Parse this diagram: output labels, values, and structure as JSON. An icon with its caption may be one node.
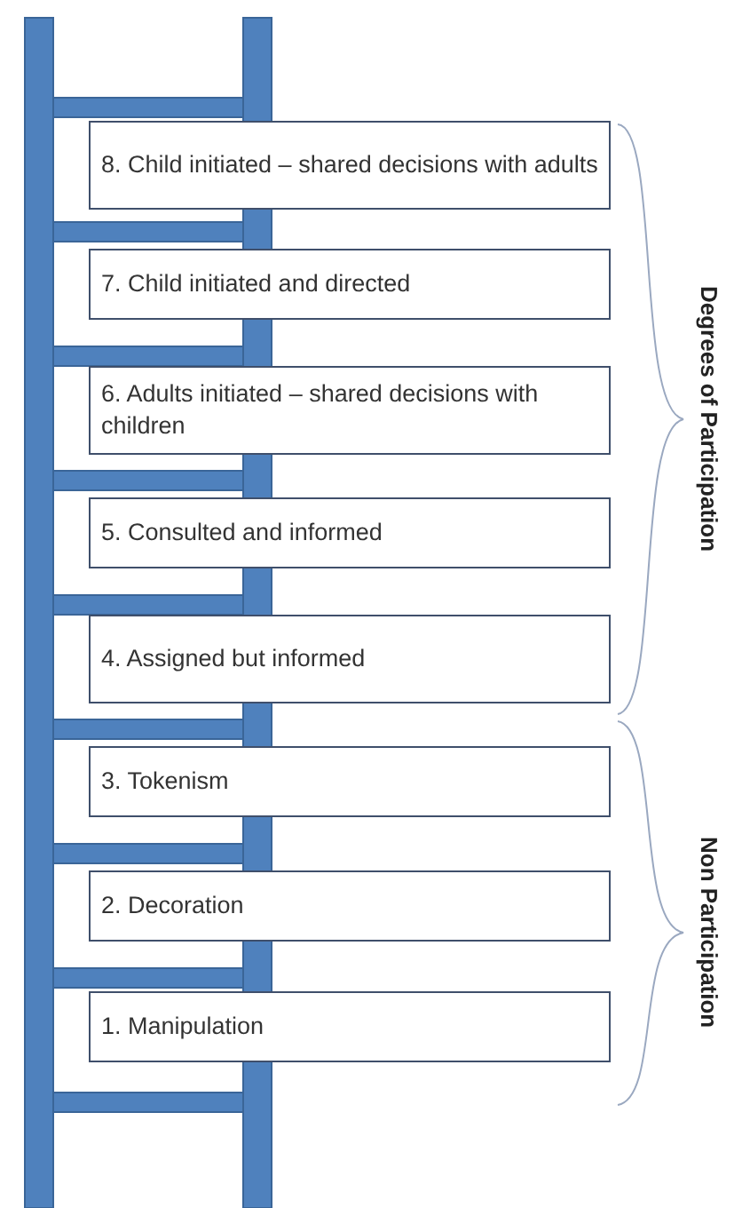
{
  "diagram": {
    "nodes": [
      {
        "text": [
          "8. Child initiated – shared decisions with adults"
        ]
      },
      {
        "text": [
          "7. Child initiated and directed"
        ]
      },
      {
        "text": [
          "6. Adults initiated – shared decisions with children"
        ]
      },
      {
        "text": [
          "5. Consulted and informed"
        ]
      },
      {
        "text": [
          "4. Assigned but informed"
        ]
      },
      {
        "text": [
          "3. Tokenism"
        ]
      },
      {
        "text": [
          "2. Decoration"
        ]
      },
      {
        "text": [
          "1. Manipulation"
        ]
      }
    ],
    "edges": [],
    "labels": [
      "Degrees of Participation",
      "Non Participation"
    ]
  }
}
